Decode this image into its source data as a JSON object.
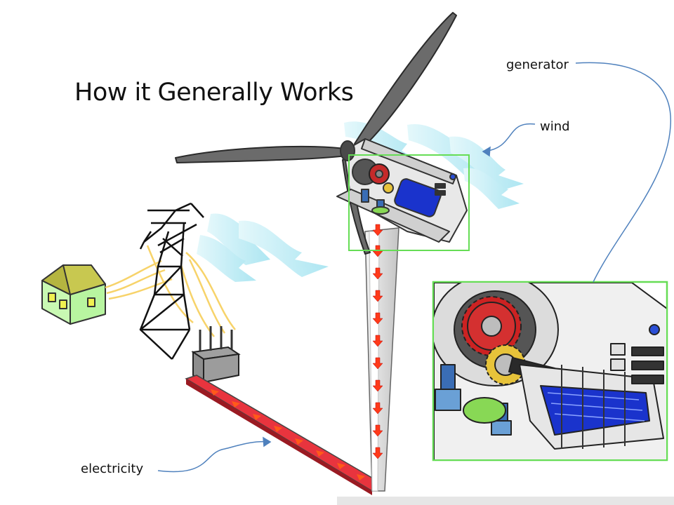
{
  "slide": {
    "title": "How it Generally Works"
  },
  "labels": {
    "generator": "generator",
    "wind": "wind",
    "electricity": "electricity"
  },
  "colors": {
    "highlight_box": "#66dd55",
    "leader_line": "#4f81bd",
    "cable": "#e8343e",
    "arrow": "#ff3a1a",
    "generator": "#1a33cc",
    "gear": "#cc2222",
    "house_wall": "#b8f5a0",
    "house_roof": "#c8c850",
    "wind_stream": "#aeeaf5"
  }
}
